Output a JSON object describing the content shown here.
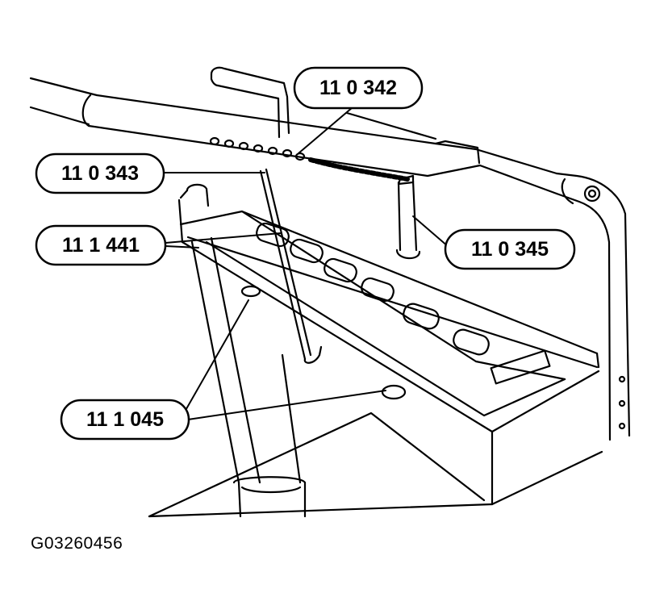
{
  "figure_id": "G03260456",
  "callouts": [
    {
      "key": "part_110342",
      "label": "11 0 342"
    },
    {
      "key": "part_110343",
      "label": "11 0 343"
    },
    {
      "key": "part_111441",
      "label": "11 1 441"
    },
    {
      "key": "part_110345",
      "label": "11 0 345"
    },
    {
      "key": "part_111045",
      "label": "11 1 045"
    }
  ]
}
